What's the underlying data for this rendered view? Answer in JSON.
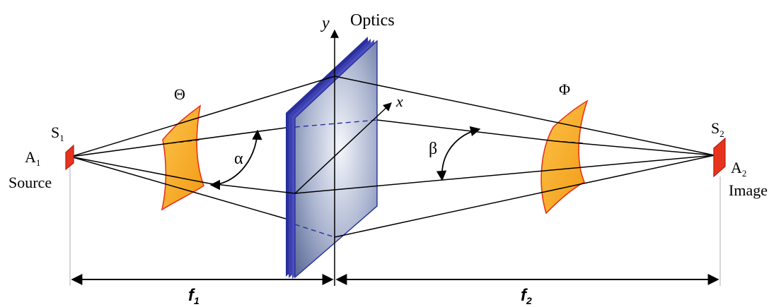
{
  "labels": {
    "optics": "Optics",
    "y_axis": "y",
    "x_axis": "x",
    "theta": "Θ",
    "phi": "Φ",
    "alpha": "α",
    "beta": "β",
    "s1_base": "S",
    "s1_sub": "1",
    "s2_base": "S",
    "s2_sub": "2",
    "a1_base": "A",
    "a1_sub": "1",
    "a2_base": "A",
    "a2_sub": "2",
    "source": "Source",
    "image": "Image",
    "f1_base": "f",
    "f1_sub": "1",
    "f2_base": "f",
    "f2_sub": "2"
  },
  "colors": {
    "surface_fill": "#f7a51e",
    "surface_edge": "#e8331c",
    "aperture_fill": "#e8331c",
    "optics_fill_light": "#f2f4fa",
    "optics_fill_dark": "#6f7fa8",
    "optics_edge": "#2a2f9c",
    "ray": "#000000"
  }
}
